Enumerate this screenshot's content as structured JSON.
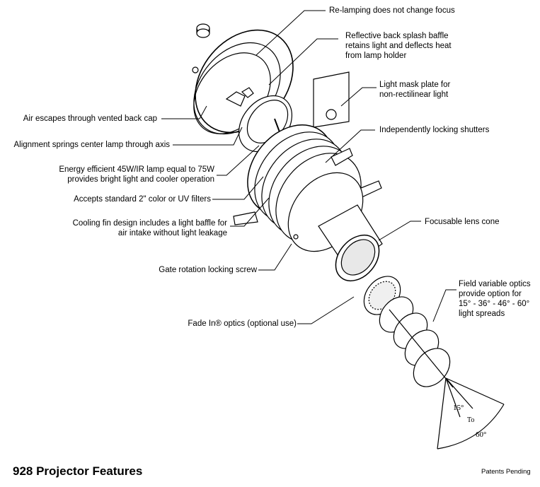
{
  "title": "928 Projector Features",
  "footer": "Patents Pending",
  "callouts": {
    "relamping": "Re-lamping does not change focus",
    "baffle": "Reflective back splash baffle\nretains light and deflects heat\nfrom lamp holder",
    "mask": "Light mask plate for\nnon-rectilinear light",
    "shutters": "Independently locking shutters",
    "air_escape": "Air escapes through vented back cap",
    "springs": "Alignment springs center lamp through axis",
    "lamp": "Energy efficient 45W/IR lamp equal to 75W\nprovides bright light and cooler operation",
    "filters": "Accepts standard 2\" color or UV filters",
    "cooling": "Cooling fin design includes a light baffle for\nair intake without light leakage",
    "lens_cone": "Focusable lens cone",
    "gate_screw": "Gate rotation locking screw",
    "field_optics": "Field variable optics\nprovide option for\n15°  - 36° - 46°  - 60°\nlight spreads",
    "fade_in": "Fade In® optics (optional use)"
  },
  "beam": {
    "min_angle": "15°",
    "to": "To",
    "max_angle": "60°"
  }
}
